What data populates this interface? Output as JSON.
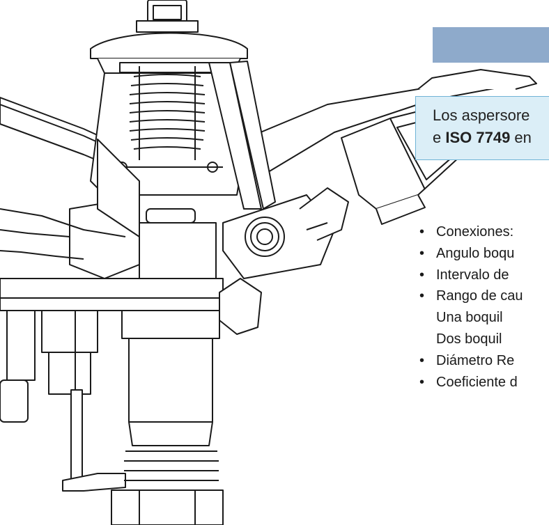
{
  "header": {
    "bar_color": "#8eaacb"
  },
  "note": {
    "text_before": "Los aspersore",
    "text_mid": "e ",
    "standard": "ISO 7749",
    "text_after": " en"
  },
  "bullet": "•",
  "specs": [
    {
      "text": "Conexiones:",
      "bullet": true
    },
    {
      "text": "Angulo boqu",
      "bullet": true
    },
    {
      "text": "Intervalo de",
      "bullet": true
    },
    {
      "text": "Rango de cau",
      "bullet": true
    },
    {
      "text": "Una boquil",
      "bullet": false
    },
    {
      "text": "Dos boquil",
      "bullet": false
    },
    {
      "text": "Diámetro Re",
      "bullet": true
    },
    {
      "text": "Coeficiente d",
      "bullet": true
    }
  ],
  "colors": {
    "box_fill": "#dbeef7",
    "box_border": "#6fb3d6",
    "line": "#1a1a1a"
  },
  "icons": [
    "sprinkler-drawing"
  ]
}
